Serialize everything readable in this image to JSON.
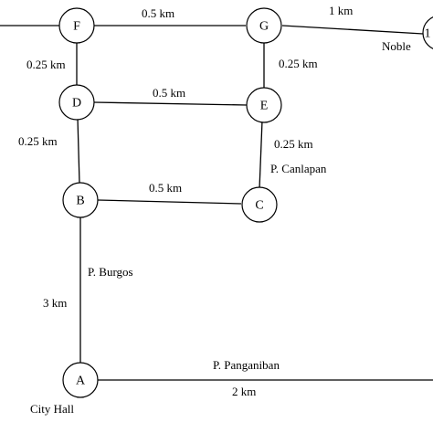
{
  "nodes": {
    "F": {
      "label": "F"
    },
    "G": {
      "label": "G"
    },
    "D": {
      "label": "D"
    },
    "E": {
      "label": "E"
    },
    "B": {
      "label": "B"
    },
    "C": {
      "label": "C"
    },
    "A": {
      "label": "A"
    },
    "Noble": {
      "label": "1"
    }
  },
  "edges": {
    "F_G": "0.5 km",
    "G_Noble": "1 km",
    "F_D": "0.25 km",
    "G_E": "0.25 km",
    "D_E": "0.5 km",
    "D_B": "0.25 km",
    "E_C": "0.25 km",
    "B_C": "0.5 km",
    "B_A": "3 km",
    "A_east": "2 km"
  },
  "places": {
    "noble": "Noble",
    "canlapan": "P. Canlapan",
    "burgos": "P. Burgos",
    "panganiban": "P. Panganiban",
    "city_hall": "City Hall"
  }
}
